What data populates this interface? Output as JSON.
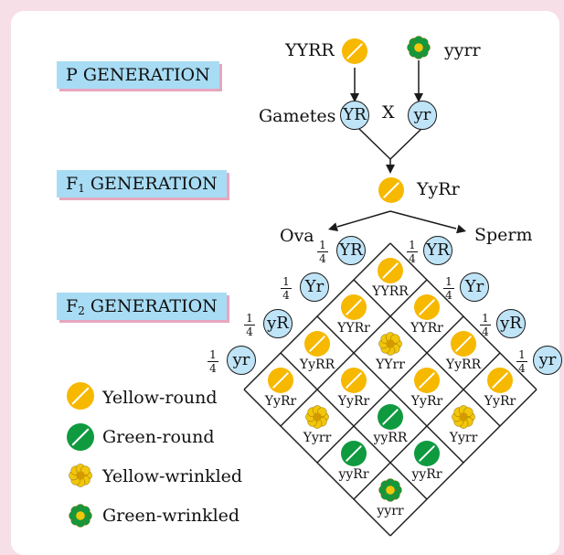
{
  "colors": {
    "yellow_seed": "#f7b800",
    "green_seed": "#0f9a3f",
    "circle_fill": "#bfe4f7",
    "label_fill": "#a8dcf4",
    "label_shadow": "#e7a6bf",
    "frame": "#f7dfe7"
  },
  "labels": {
    "p_generation": "P GENERATION",
    "f1_prefix": "F",
    "f1_sub": "1",
    "f1_suffix": " GENERATION",
    "f2_prefix": "F",
    "f2_sub": "2",
    "f2_suffix": " GENERATION"
  },
  "parents": {
    "left_genotype": "YYRR",
    "right_genotype": "yyrr",
    "gametes_label": "Gametes",
    "cross_symbol": "X",
    "left_gamete": "YR",
    "right_gamete": "yr"
  },
  "f1": {
    "genotype": "YyRr",
    "ova_label": "Ova",
    "sperm_label": "Sperm"
  },
  "fraction": {
    "numerator": "1",
    "denominator": "4"
  },
  "ova": [
    "YR",
    "Yr",
    "yR",
    "yr"
  ],
  "sperm": [
    "YR",
    "Yr",
    "yR",
    "yr"
  ],
  "grid": [
    {
      "genotype": "YYRR",
      "phenotype": "yellow-round"
    },
    {
      "genotype": "YYRr",
      "phenotype": "yellow-round"
    },
    {
      "genotype": "YYRr",
      "phenotype": "yellow-round"
    },
    {
      "genotype": "YyRR",
      "phenotype": "yellow-round"
    },
    {
      "genotype": "YYrr",
      "phenotype": "yellow-wrinkled"
    },
    {
      "genotype": "YyRR",
      "phenotype": "yellow-round"
    },
    {
      "genotype": "YyRr",
      "phenotype": "yellow-round"
    },
    {
      "genotype": "YyRr",
      "phenotype": "yellow-round"
    },
    {
      "genotype": "YyRr",
      "phenotype": "yellow-round"
    },
    {
      "genotype": "YyRr",
      "phenotype": "yellow-round"
    },
    {
      "genotype": "Yyrr",
      "phenotype": "yellow-wrinkled"
    },
    {
      "genotype": "yyRR",
      "phenotype": "green-round"
    },
    {
      "genotype": "Yyrr",
      "phenotype": "yellow-wrinkled"
    },
    {
      "genotype": "yyRr",
      "phenotype": "green-round"
    },
    {
      "genotype": "yyRr",
      "phenotype": "green-round"
    },
    {
      "genotype": "yyrr",
      "phenotype": "green-wrinkled"
    }
  ],
  "legend": [
    {
      "label": "Yellow-round",
      "icon": "yellow-round-seed-icon"
    },
    {
      "label": "Green-round",
      "icon": "green-round-seed-icon"
    },
    {
      "label": "Yellow-wrinkled",
      "icon": "yellow-wrinkled-seed-icon"
    },
    {
      "label": "Green-wrinkled",
      "icon": "green-wrinkled-seed-icon"
    }
  ]
}
